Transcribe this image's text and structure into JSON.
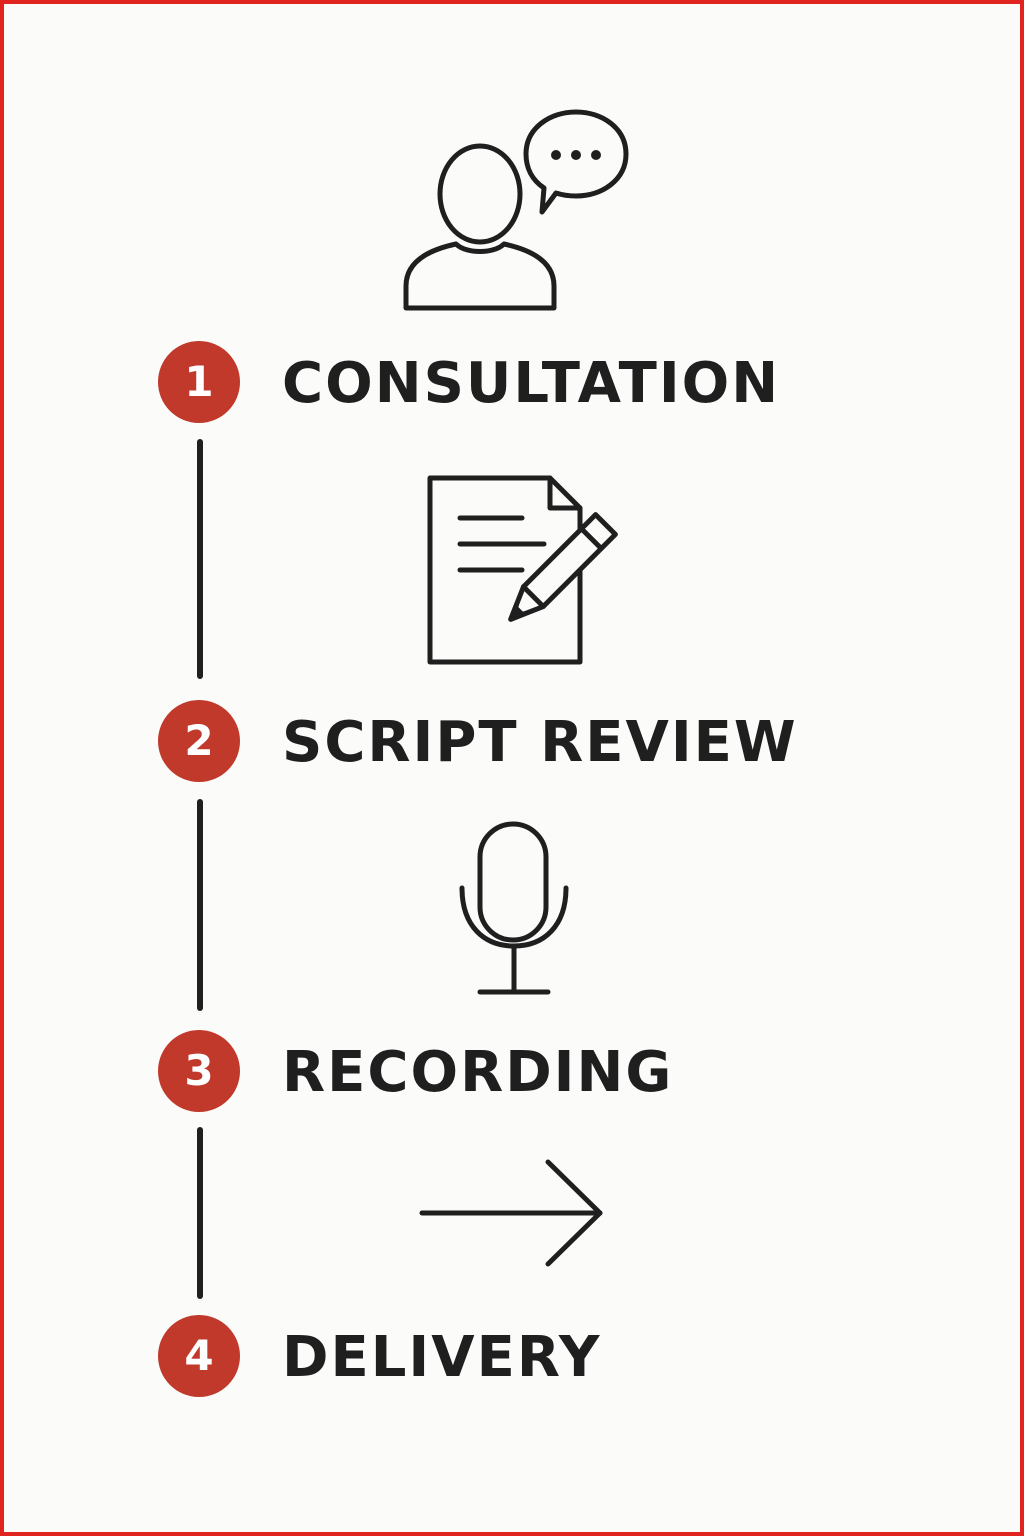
{
  "theme": {
    "accent": "#c0392b",
    "frame": "#e0241f",
    "ink": "#1f1f1f"
  },
  "steps": [
    {
      "number": "1",
      "label": "CONSULTATION",
      "icon": "person-speech-bubble-icon"
    },
    {
      "number": "2",
      "label": "SCRIPT REVIEW",
      "icon": "document-pencil-icon"
    },
    {
      "number": "3",
      "label": "RECORDING",
      "icon": "microphone-icon"
    },
    {
      "number": "4",
      "label": "DELIVERY",
      "icon": "arrow-right-icon"
    }
  ]
}
